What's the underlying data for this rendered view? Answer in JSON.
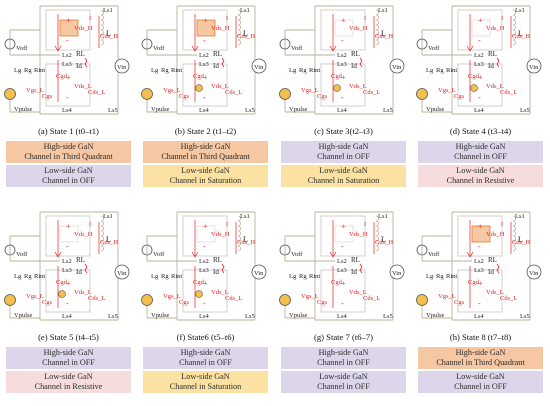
{
  "colors": {
    "third_quadrant": "#f6c7a3",
    "off": "#ddd6ea",
    "saturation": "#fbe2a2",
    "resistive": "#f6dcdc",
    "wire": "#b9b29a",
    "red": "#e8201c",
    "source": "#f3c04c"
  },
  "circuit_labels": {
    "ls1": "Ls1",
    "ls2": "Ls2",
    "ls3": "Ls3",
    "ls4": "Ls4",
    "ls5": "Ls5",
    "l": "L",
    "rl": "RL",
    "id": "Id",
    "il": "IL",
    "voff": "Voff",
    "vpulse": "Vpulse",
    "vin": "Vin",
    "lg": "Lg",
    "rg": "Rg",
    "rint": "Rint",
    "cgd": "Cgd",
    "cgs": "Cgs",
    "cds_h": "Cds_H",
    "cds_l": "Cds_L",
    "vds_h": "Vds_H",
    "vds_l": "Vds_L",
    "vgs_l": "Vgs_L"
  },
  "states": [
    {
      "caption": "(a) State 1 (t0–t1)",
      "high": {
        "line1": "High-side GaN",
        "line2": "Channel in Third Quadrant",
        "mode": "third_quadrant"
      },
      "low": {
        "line1": "Low-side GaN",
        "line2": "Channel in OFF",
        "mode": "off"
      }
    },
    {
      "caption": "(b) State 2 (t1–t2)",
      "high": {
        "line1": "High-side GaN",
        "line2": "Channel in Third Quadrant",
        "mode": "third_quadrant"
      },
      "low": {
        "line1": "Low-side GaN",
        "line2": "Channel in Saturation",
        "mode": "saturation"
      }
    },
    {
      "caption": "(c) State 3(t2–t3)",
      "high": {
        "line1": "High-side GaN",
        "line2": "Channel in OFF",
        "mode": "off"
      },
      "low": {
        "line1": "Low-side GaN",
        "line2": "Channel in Saturation",
        "mode": "saturation"
      }
    },
    {
      "caption": "(d) State 4 (t3–t4)",
      "high": {
        "line1": "High-side GaN",
        "line2": "Channel in OFF",
        "mode": "off"
      },
      "low": {
        "line1": "Low-side GaN",
        "line2": "Channel in Resistive",
        "mode": "resistive"
      }
    },
    {
      "caption": "(e) State 5 (t4–t5)",
      "high": {
        "line1": "High-side GaN",
        "line2": "Channel in OFF",
        "mode": "off"
      },
      "low": {
        "line1": "Low-side GaN",
        "line2": "Channel in Resistive",
        "mode": "resistive"
      }
    },
    {
      "caption": "(f) State6 (t5–t6)",
      "high": {
        "line1": "High-side GaN",
        "line2": "Channel in OFF",
        "mode": "off"
      },
      "low": {
        "line1": "Low-side GaN",
        "line2": "Channel in Saturation",
        "mode": "saturation"
      }
    },
    {
      "caption": "(g) State 7 (t6–7)",
      "high": {
        "line1": "High-side GaN",
        "line2": "Channel in OFF",
        "mode": "off"
      },
      "low": {
        "line1": "Low-side GaN",
        "line2": "Channel in OFF",
        "mode": "off"
      }
    },
    {
      "caption": "(h) State 8 (t7–t8)",
      "high": {
        "line1": "High-side GaN",
        "line2": "Channel in Third Quadrant",
        "mode": "third_quadrant"
      },
      "low": {
        "line1": "Low-side GaN",
        "line2": "Channel in OFF",
        "mode": "off"
      }
    }
  ]
}
